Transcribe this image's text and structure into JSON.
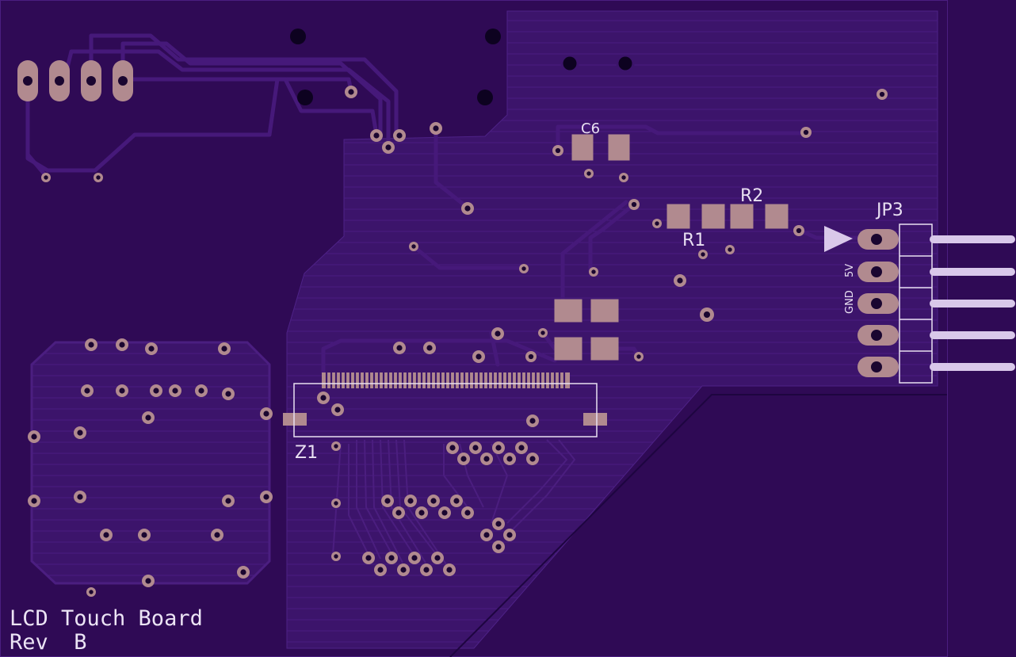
{
  "board": {
    "title_line1": "LCD Touch Board",
    "title_line2": "Rev  B",
    "colors": {
      "background": "#2f0a55",
      "copper_pour": "#3c146b",
      "trace": "#46197a",
      "pad": "#b18a8f",
      "silkscreen": "#e9e0f2",
      "drill": "#1a0630"
    }
  },
  "components": {
    "c6": "C6",
    "r1": "R1",
    "r2": "R2",
    "jp3": "JP3",
    "z1": "Z1"
  },
  "pin_labels": {
    "five_volt": "5V",
    "ground": "GND"
  }
}
